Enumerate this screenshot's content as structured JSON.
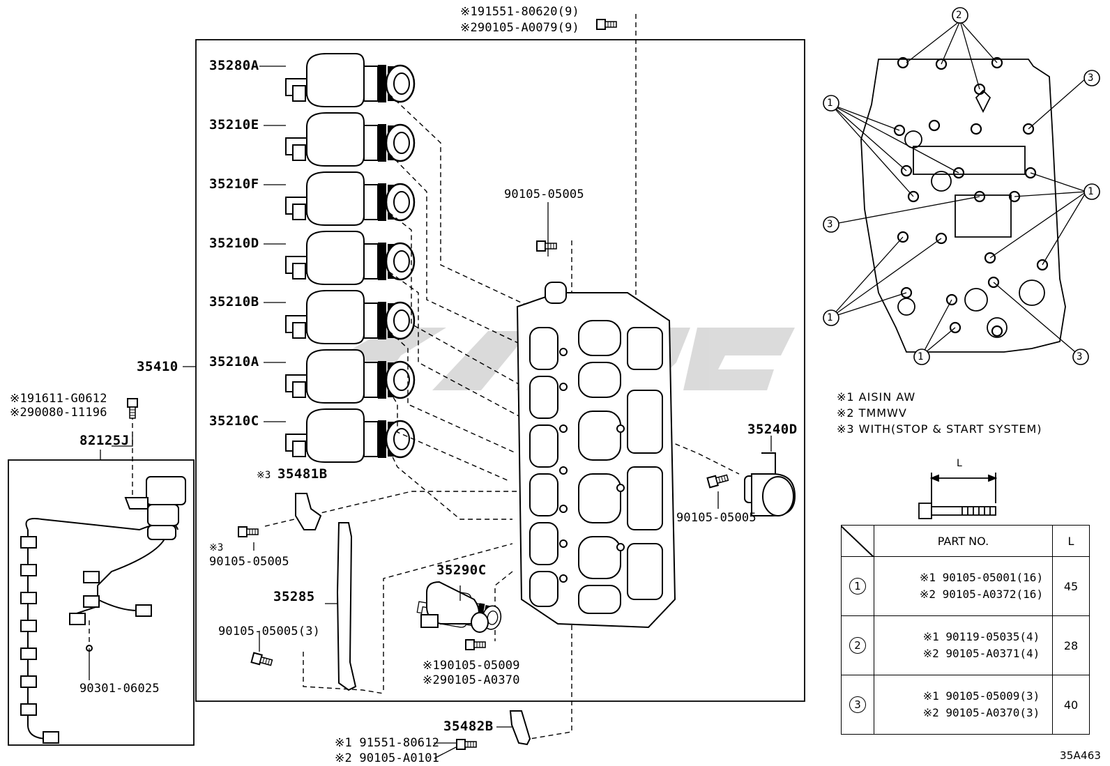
{
  "callouts": {
    "top_bolt_1": "※191551-80620(9)",
    "top_bolt_2": "※290105-A0079(9)",
    "solenoid_280a": "35280A",
    "solenoid_210e": "35210E",
    "solenoid_210f": "35210F",
    "solenoid_210d": "35210D",
    "solenoid_210b": "35210B",
    "solenoid_210a": "35210A",
    "solenoid_210c": "35210C",
    "valve_body": "35410",
    "bolt_upper": "90105-05005",
    "bolt_right": "90105-05005",
    "solenoid_240d": "35240D",
    "bracket_481b_mark": "※3",
    "bracket_481b": "35481B",
    "bolt_481b_mark": "※3",
    "bolt_481b": "90105-05005",
    "plate_285": "35285",
    "bolt_plate": "90105-05005(3)",
    "solenoid_290c": "35290C",
    "bolt_290c_1": "※190105-05009",
    "bolt_290c_2": "※290105-A0370",
    "bracket_482b": "35482B",
    "bottom_bolt_1": "※1 91551-80612",
    "bottom_bolt_2": "※2 90105-A0101",
    "harness_bolt_1": "※191611-G0612",
    "harness_bolt_2": "※290080-11196",
    "harness": "82125J",
    "harness_clip": "90301-06025"
  },
  "detail_markers": {
    "one": "1",
    "two": "2",
    "three": "3"
  },
  "notes": [
    "※1 AISIN AW",
    "※2 TMMWV",
    "※3 WITH(STOP & START SYSTEM)"
  ],
  "bolt_dimension_label": "L",
  "table": {
    "header_part": "PART NO.",
    "header_length": "L",
    "rows": [
      {
        "marker": "1",
        "part_1": "※1 90105-05001(16)",
        "part_2": "※2 90105-A0372(16)",
        "length": "45"
      },
      {
        "marker": "2",
        "part_1": "※1 90119-05035(4)",
        "part_2": "※2 90105-A0371(4)",
        "length": "28"
      },
      {
        "marker": "3",
        "part_1": "※1 90105-05009(3)",
        "part_2": "※2 90105-A0370(3)",
        "length": "40"
      }
    ]
  },
  "diagram_code": "35A463"
}
